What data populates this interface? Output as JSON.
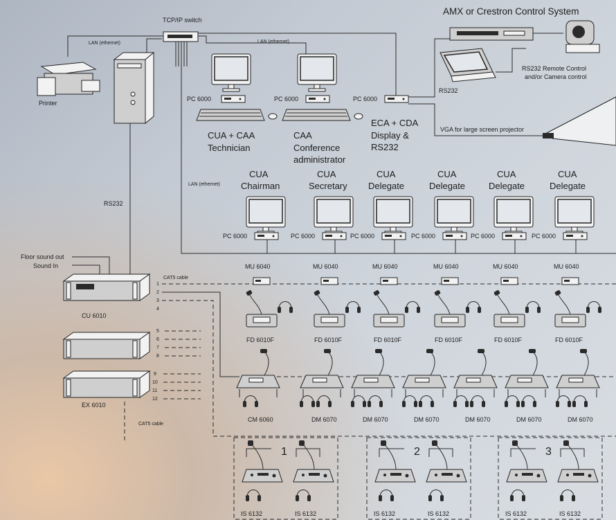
{
  "top": {
    "control_system": "AMX or Crestron Control System",
    "switch": "TCP/IP switch",
    "lan1": "LAN (ethernet)",
    "lan2": "LAN (ethernet)",
    "lan3": "LAN (ethernet)",
    "printer": "Printer",
    "pc1": "PC 6000",
    "pc2": "PC 6000",
    "pc3": "PC 6000",
    "cua_caa": "CUA + CAA",
    "technician": "Technician",
    "caa": "CAA",
    "conference": "Conference",
    "administrator": "administrator",
    "eca1": "ECA + CDA",
    "eca2": "Display &",
    "eca3": "RS232",
    "rs232_small": "RS232",
    "remote1": "RS232  Remote Control",
    "remote2": "and/or Camera control",
    "vga": "VGA for large screen projector"
  },
  "left": {
    "rs232": "RS232",
    "floor_sound": "Floor sound out",
    "sound_in": "Sound In",
    "cat5_top": "CAT5 cable",
    "cat5_bottom": "CAT5 cable",
    "cu": "CU 6010",
    "ex": "EX 6010",
    "ports": [
      "1",
      "2",
      "3",
      "4",
      "5",
      "6",
      "7",
      "8",
      "9",
      "10",
      "11",
      "12"
    ]
  },
  "cua_row": [
    {
      "l1": "CUA",
      "l2": "Chairman",
      "pc": "PC 6000",
      "mu": "MU 6040",
      "fd": "FD 6010F"
    },
    {
      "l1": "CUA",
      "l2": "Secretary",
      "pc": "PC 6000",
      "mu": "MU 6040",
      "fd": "FD 6010F"
    },
    {
      "l1": "CUA",
      "l2": "Delegate",
      "pc": "PC 6000",
      "mu": "MU 6040",
      "fd": "FD 6010F"
    },
    {
      "l1": "CUA",
      "l2": "Delegate",
      "pc": "PC 6000",
      "mu": "MU 6040",
      "fd": "FD 6010F"
    },
    {
      "l1": "CUA",
      "l2": "Delegate",
      "pc": "PC 6000",
      "mu": "MU 6040",
      "fd": "FD 6010F"
    },
    {
      "l1": "CUA",
      "l2": "Delegate",
      "pc": "PC 6000",
      "mu": "MU 6040",
      "fd": "FD 6010F"
    }
  ],
  "units_row": [
    "CM 6060",
    "DM 6070",
    "DM 6070",
    "DM 6070",
    "DM 6070",
    "DM 6070",
    "DM 6070"
  ],
  "interp": [
    {
      "num": "1",
      "a": "IS 6132",
      "b": "IS 6132"
    },
    {
      "num": "2",
      "a": "IS 6132",
      "b": "IS 6132"
    },
    {
      "num": "3",
      "a": "IS 6132",
      "b": "IS 6132"
    }
  ]
}
